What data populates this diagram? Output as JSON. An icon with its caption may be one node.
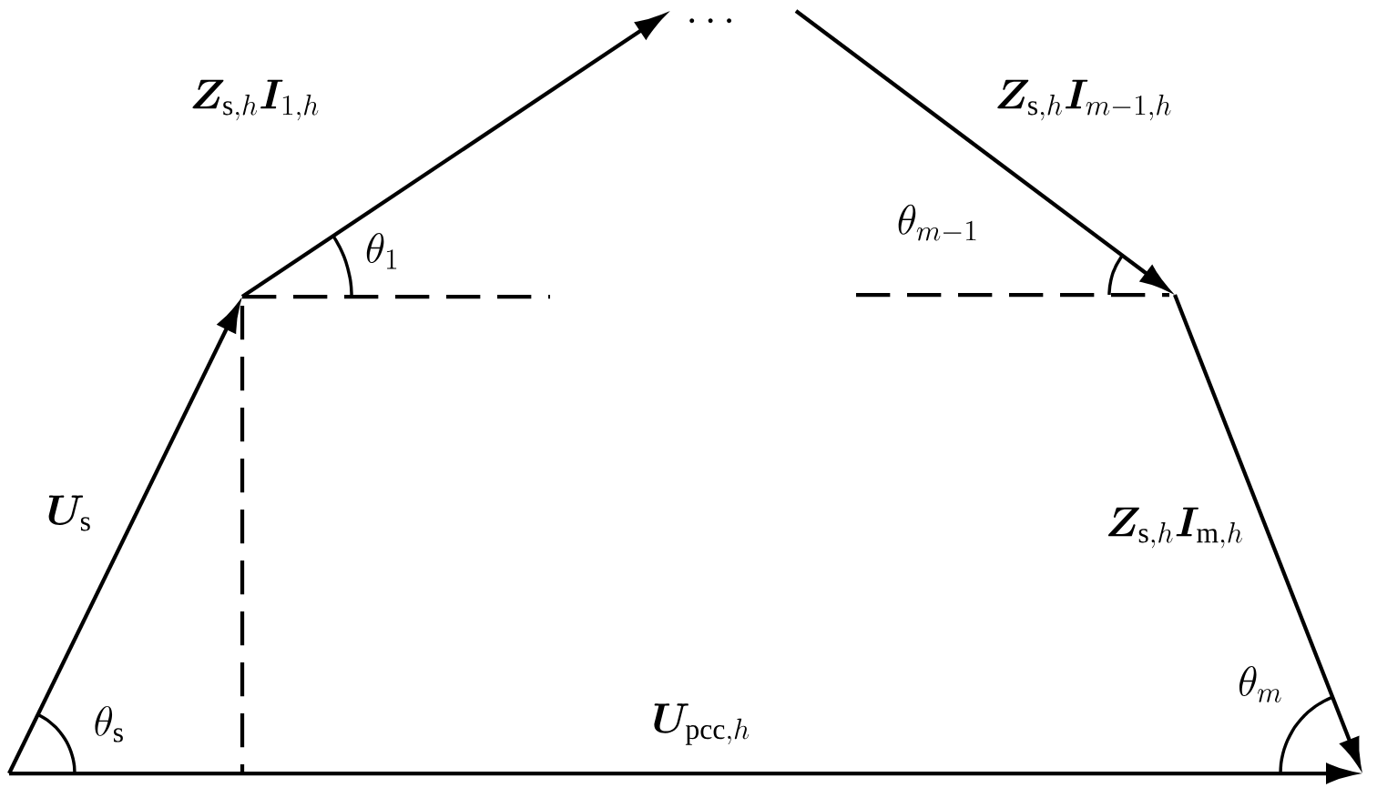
{
  "diagram": {
    "labels": [
      "\\cdots",
      "\\boldsymbol{Z}_{\\mathrm{s},h}\\boldsymbol{I}_{1,h}",
      "\\boldsymbol{Z}_{\\mathrm{s},h}\\boldsymbol{I}_{m-1,h}",
      "\\theta_{1}",
      "\\theta_{m-1}",
      "\\boldsymbol{U}_{\\mathrm{s}}",
      "\\boldsymbol{Z}_{\\mathrm{s},h}\\boldsymbol{I}_{\\mathrm{m},h}",
      "\\theta_{m}",
      "\\theta_{\\mathrm{s}}",
      "\\boldsymbol{U}_{\\mathrm{pcc},h}"
    ]
  }
}
